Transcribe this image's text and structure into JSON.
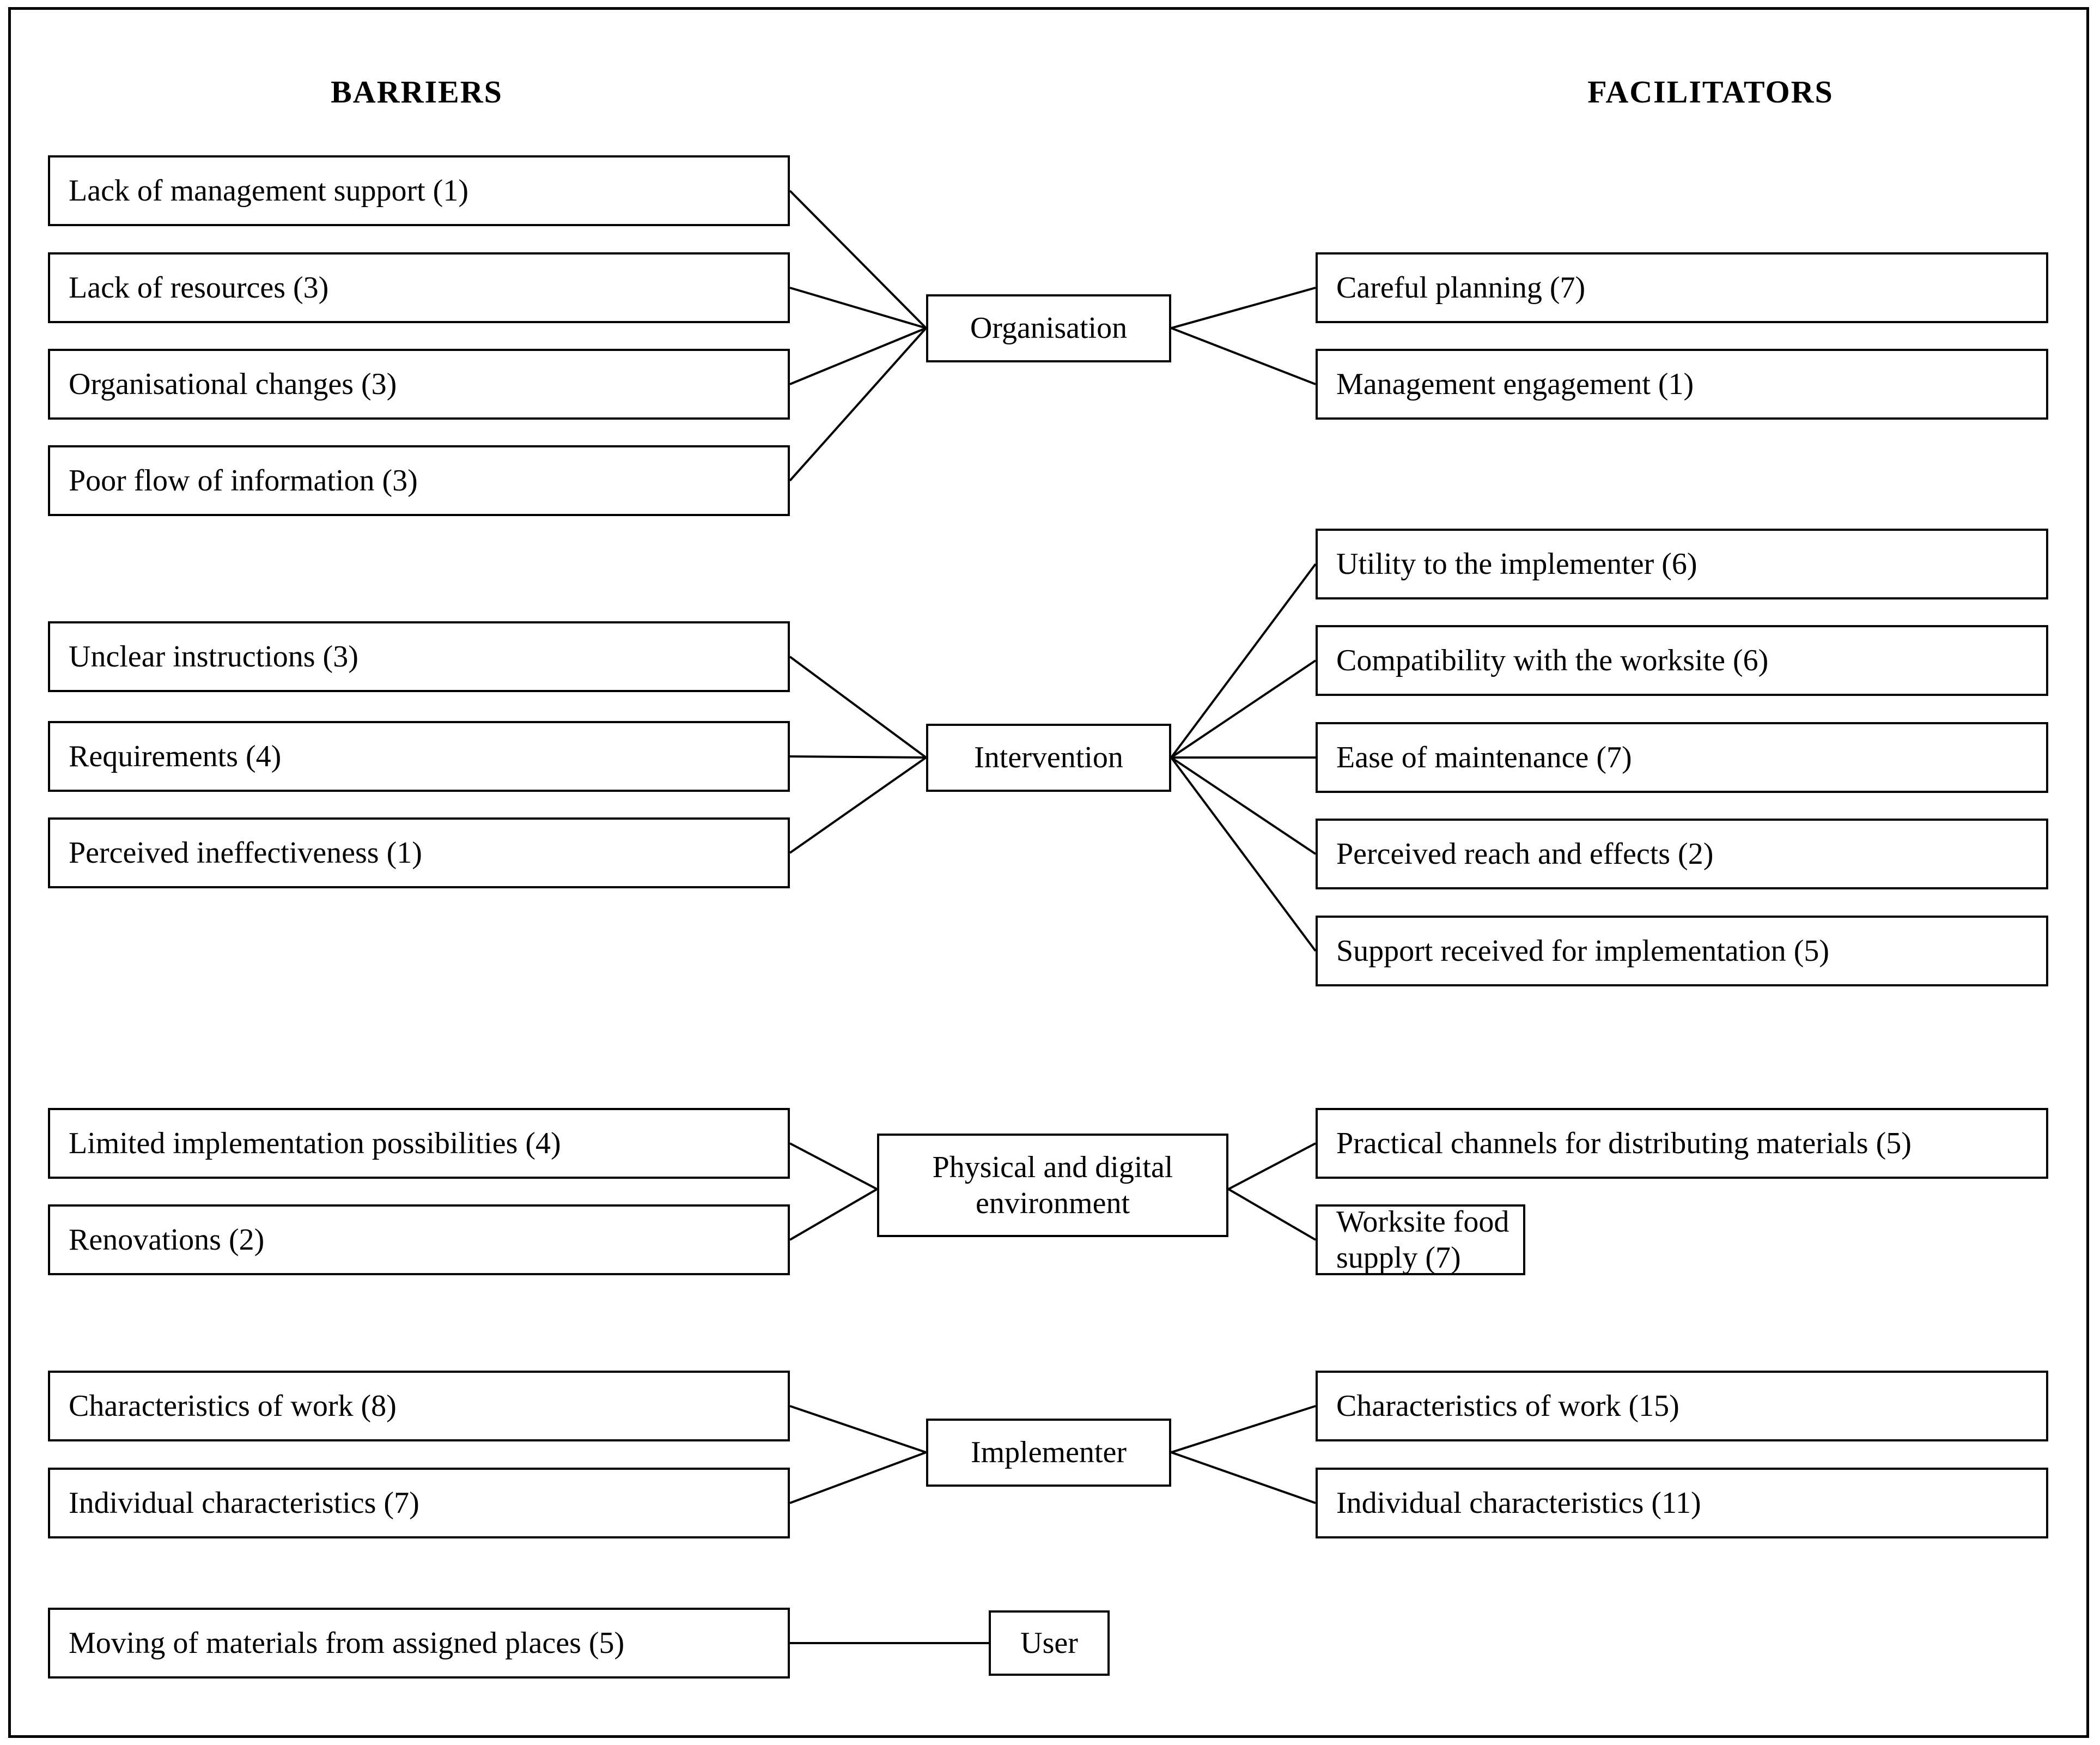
{
  "headers": {
    "left": "BARRIERS",
    "right": "FACILITATORS"
  },
  "hubs": [
    {
      "id": "organisation",
      "label": "Organisation"
    },
    {
      "id": "intervention",
      "label": "Intervention"
    },
    {
      "id": "physical",
      "label": "Physical and digital environment"
    },
    {
      "id": "implementer",
      "label": "Implementer"
    },
    {
      "id": "user",
      "label": "User"
    }
  ],
  "barriers": {
    "organisation": [
      "Lack of management support (1)",
      "Lack of resources (3)",
      "Organisational changes (3)",
      "Poor flow of information (3)"
    ],
    "intervention": [
      "Unclear instructions (3)",
      "Requirements (4)",
      "Perceived ineffectiveness (1)"
    ],
    "physical": [
      "Limited implementation possibilities (4)",
      "Renovations (2)"
    ],
    "implementer": [
      "Characteristics of work (8)",
      "Individual characteristics (7)"
    ],
    "user": [
      "Moving of materials from assigned places (5)"
    ]
  },
  "facilitators": {
    "organisation": [
      "Careful planning (7)",
      "Management engagement (1)"
    ],
    "intervention": [
      "Utility to the implementer (6)",
      "Compatibility with the worksite (6)",
      "Ease of maintenance (7)",
      "Perceived reach and effects (2)",
      "Support received for implementation (5)"
    ],
    "physical": [
      "Practical channels for distributing materials (5)",
      "Worksite food supply (7)"
    ],
    "implementer": [
      "Characteristics of work (15)",
      "Individual characteristics (11)"
    ],
    "user": []
  },
  "colors": {
    "stroke": "#000000",
    "background": "#ffffff"
  }
}
